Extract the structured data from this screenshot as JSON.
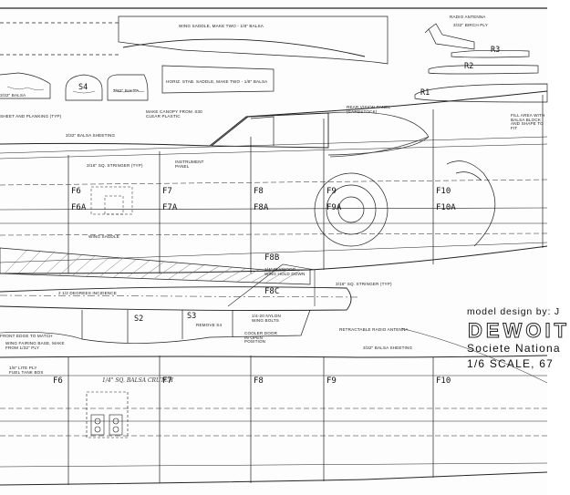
{
  "notes": {
    "wing_saddle_make_two": "WING SADDLE, MAKE TWO - 1/8\" BALSA",
    "horiz_stab_saddle": "HORIZ. STAB. SADDLE, MAKE TWO - 1/8\" BALSA",
    "radio_antenna": "RADIO ANTENNA",
    "birch_ply": "3/32\" BIRCH PLY",
    "balsa_332_a": "3/32\" BALSA",
    "balsa_332_b": "3/32\" BALSA",
    "sheet_planking": "SHEET AND PLANKING (TYP)",
    "make_canopy": "MAKE CANOPY FROM .030 CLEAR PLASTIC",
    "rear_vision_panel": "REAR VISION PANEL (CARDSTOCK)",
    "fill_area": "FILL AREA WITH BALSA BLOCK AND SHAPE TO FIT",
    "balsa_sheeting_top": "3/32\" BALSA SHEETING",
    "stringer_typ": "3/16\" SQ. STRINGER (TYP)",
    "instrument_panel": "INSTRUMENT PANEL",
    "wing_saddle": "WING SADDLE",
    "plywood_hold_down": "1/4\" PLYWOOD WING HOLD DOWN",
    "degrees_incidence": "2 1/2 DEGREES INCIDENCE",
    "stringer_typ_2": "3/16\" SQ. STRINGER (TYP)",
    "front_edge_match": "FRONT EDGE TO MATCH",
    "fairing_base": "WING FAIRING BASE, MAKE FROM 1/32\" PLY",
    "remove_s4": "REMOVE S4",
    "nylon_bolts": "1/4-20 NYLON WING BOLTS",
    "cooler_door": "COOLER DOOR IN OPEN POSITION",
    "retractable_antenna": "RETRACTABLE RADIO ANTENNA",
    "balsa_sheeting_bottom": "3/32\" BALSA SHEETING",
    "balsa_crutch": "1/4\" SQ. BALSA CRUTCH",
    "lite_ply": "1/8\" LITE PLY FUEL TANK BOX"
  },
  "parts": {
    "S4": "S4",
    "S2": "S2",
    "S3": "S3",
    "R1": "R1",
    "R2": "R2",
    "R3": "R3"
  },
  "frames": {
    "f6_top": "F6",
    "f6a": "F6A",
    "f7_top": "F7",
    "f7a": "F7A",
    "f8_top": "F8",
    "f8a": "F8A",
    "f9_top": "F9",
    "f9a": "F9A",
    "f10_top": "F10",
    "f10a": "F10A",
    "f8b": "F8B",
    "f8c": "F8C",
    "f6_bot": "F6",
    "f7_bot": "F7",
    "f8_bot": "F8",
    "f9_bot": "F9",
    "f10_bot": "F10"
  },
  "title": {
    "credit": "model design by: J",
    "name": "DEWOIT",
    "maker": "Societe Nationa",
    "scale": "1/6 SCALE, 67"
  }
}
